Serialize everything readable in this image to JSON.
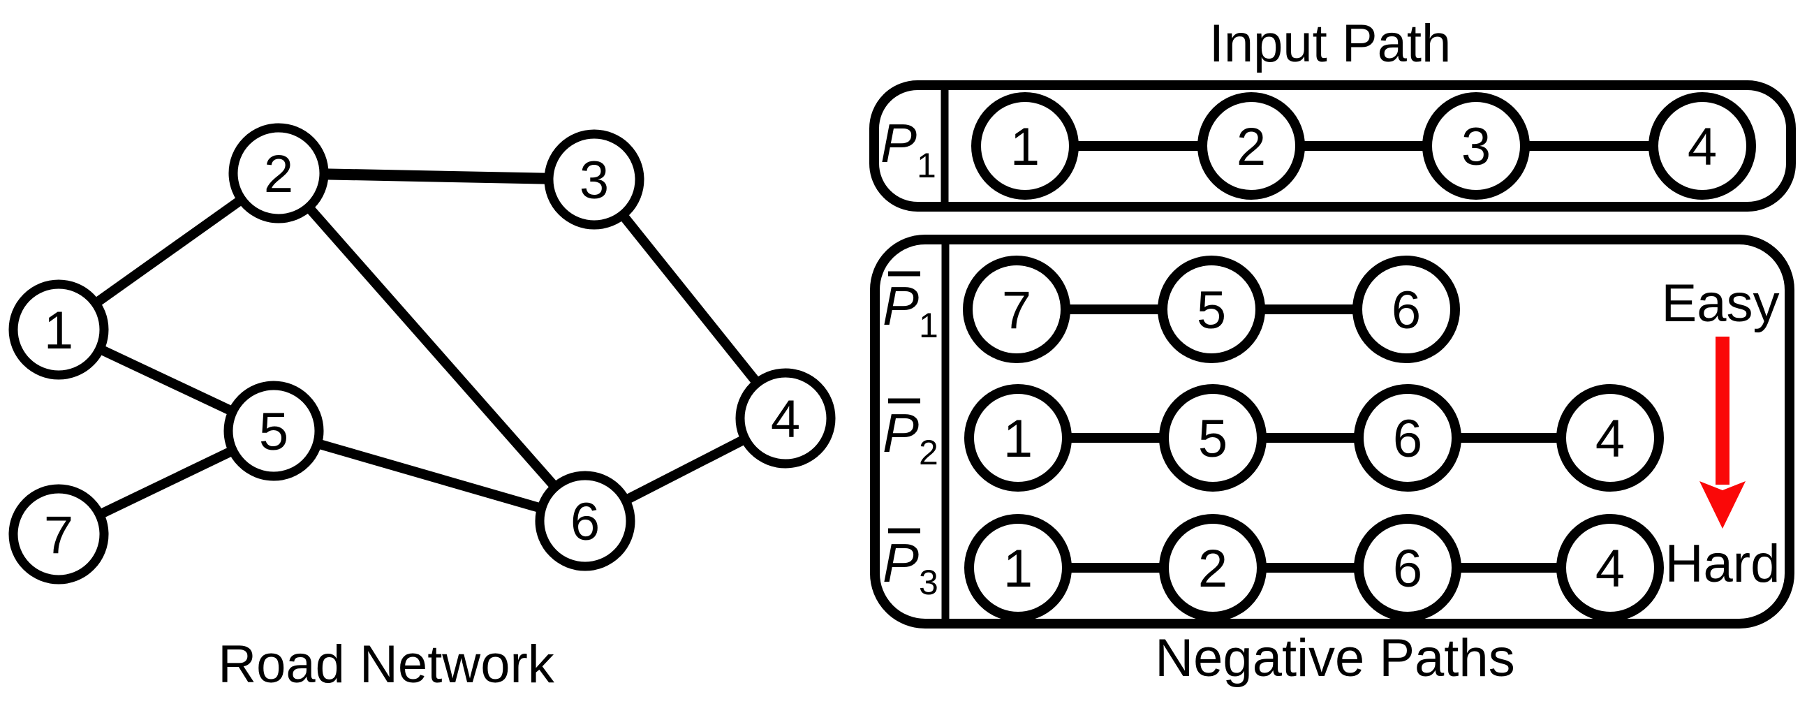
{
  "road_network": {
    "caption": "Road Network",
    "nodes": [
      {
        "label": "1"
      },
      {
        "label": "2"
      },
      {
        "label": "3"
      },
      {
        "label": "4"
      },
      {
        "label": "5"
      },
      {
        "label": "6"
      },
      {
        "label": "7"
      }
    ],
    "edges": [
      "1-2",
      "1-5",
      "2-3",
      "2-6",
      "3-4",
      "5-6",
      "5-7",
      "6-4"
    ]
  },
  "input_path": {
    "title": "Input Path",
    "row": {
      "label_base": "P",
      "label_sub": "1",
      "overbar": false,
      "nodes": [
        {
          "label": "1"
        },
        {
          "label": "2"
        },
        {
          "label": "3"
        },
        {
          "label": "4"
        }
      ],
      "edges": [
        "1-2",
        "2-3",
        "3-4"
      ]
    }
  },
  "negative_paths": {
    "title": "Negative Paths",
    "rows": [
      {
        "label_base": "P",
        "label_sub": "1",
        "overbar": true,
        "nodes": [
          {
            "label": "7"
          },
          {
            "label": "5"
          },
          {
            "label": "6"
          }
        ],
        "edges": [
          "7-5",
          "5-6"
        ]
      },
      {
        "label_base": "P",
        "label_sub": "2",
        "overbar": true,
        "nodes": [
          {
            "label": "1"
          },
          {
            "label": "5"
          },
          {
            "label": "6"
          },
          {
            "label": "4"
          }
        ],
        "edges": [
          "1-5",
          "5-6",
          "6-4"
        ]
      },
      {
        "label_base": "P",
        "label_sub": "3",
        "overbar": true,
        "nodes": [
          {
            "label": "1"
          },
          {
            "label": "2"
          },
          {
            "label": "6"
          },
          {
            "label": "4"
          }
        ],
        "edges": [
          "1-2",
          "2-6",
          "6-4"
        ]
      }
    ],
    "difficulty": {
      "easy_label": "Easy",
      "hard_label": "Hard",
      "arrow_color": "#FA0808",
      "arrow_direction": "down"
    }
  },
  "colors": {
    "foreground": "#000000",
    "background": "#FFFFFF",
    "accent_red": "#FA0808"
  }
}
